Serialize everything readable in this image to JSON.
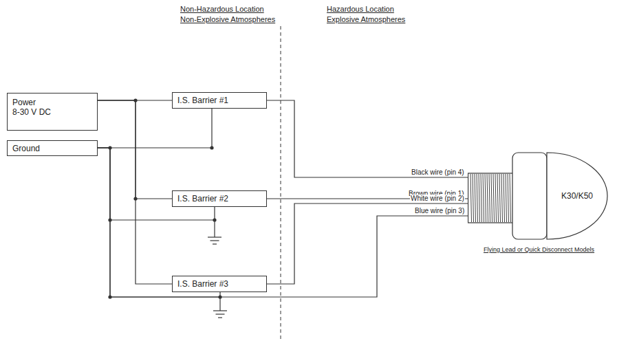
{
  "diagram": {
    "nodes": [
      {
        "text": [
          "Power",
          "8-30 V DC"
        ]
      },
      {
        "text": [
          "Ground"
        ]
      },
      {
        "text": [
          "I.S. Barrier #1"
        ]
      },
      {
        "text": [
          "I.S. Barrier #2"
        ]
      },
      {
        "text": [
          "I.S. Barrier #3"
        ]
      },
      {
        "text": [
          "K30/K50"
        ]
      }
    ],
    "edges": [
      {
        "from": 0,
        "to": 2,
        "arrow": "none"
      },
      {
        "from": 0,
        "to": 3,
        "arrow": "none"
      },
      {
        "from": 0,
        "to": 4,
        "arrow": "none"
      },
      {
        "from": 1,
        "to": 2,
        "arrow": "none"
      },
      {
        "from": 1,
        "to": 3,
        "arrow": "none"
      },
      {
        "from": 1,
        "to": 4,
        "arrow": "none"
      },
      {
        "from": 2,
        "to": 5,
        "label": "Black wire (pin 4)",
        "arrow": "none"
      },
      {
        "from": 3,
        "to": 5,
        "label": "Brown wire (pin 1)",
        "arrow": "none"
      },
      {
        "from": 4,
        "to": 5,
        "label": "White wire (pin 2)",
        "arrow": "none"
      },
      {
        "from": 1,
        "to": 5,
        "label": "Blue wire (pin 3)",
        "arrow": "none"
      }
    ],
    "labels": [
      "Non-Hazardous Location",
      "Non-Explosive Atmospheres",
      "Hazardous Location",
      "Explosive Atmospheres",
      "Flying Lead or Quick Disconnect Models"
    ]
  }
}
